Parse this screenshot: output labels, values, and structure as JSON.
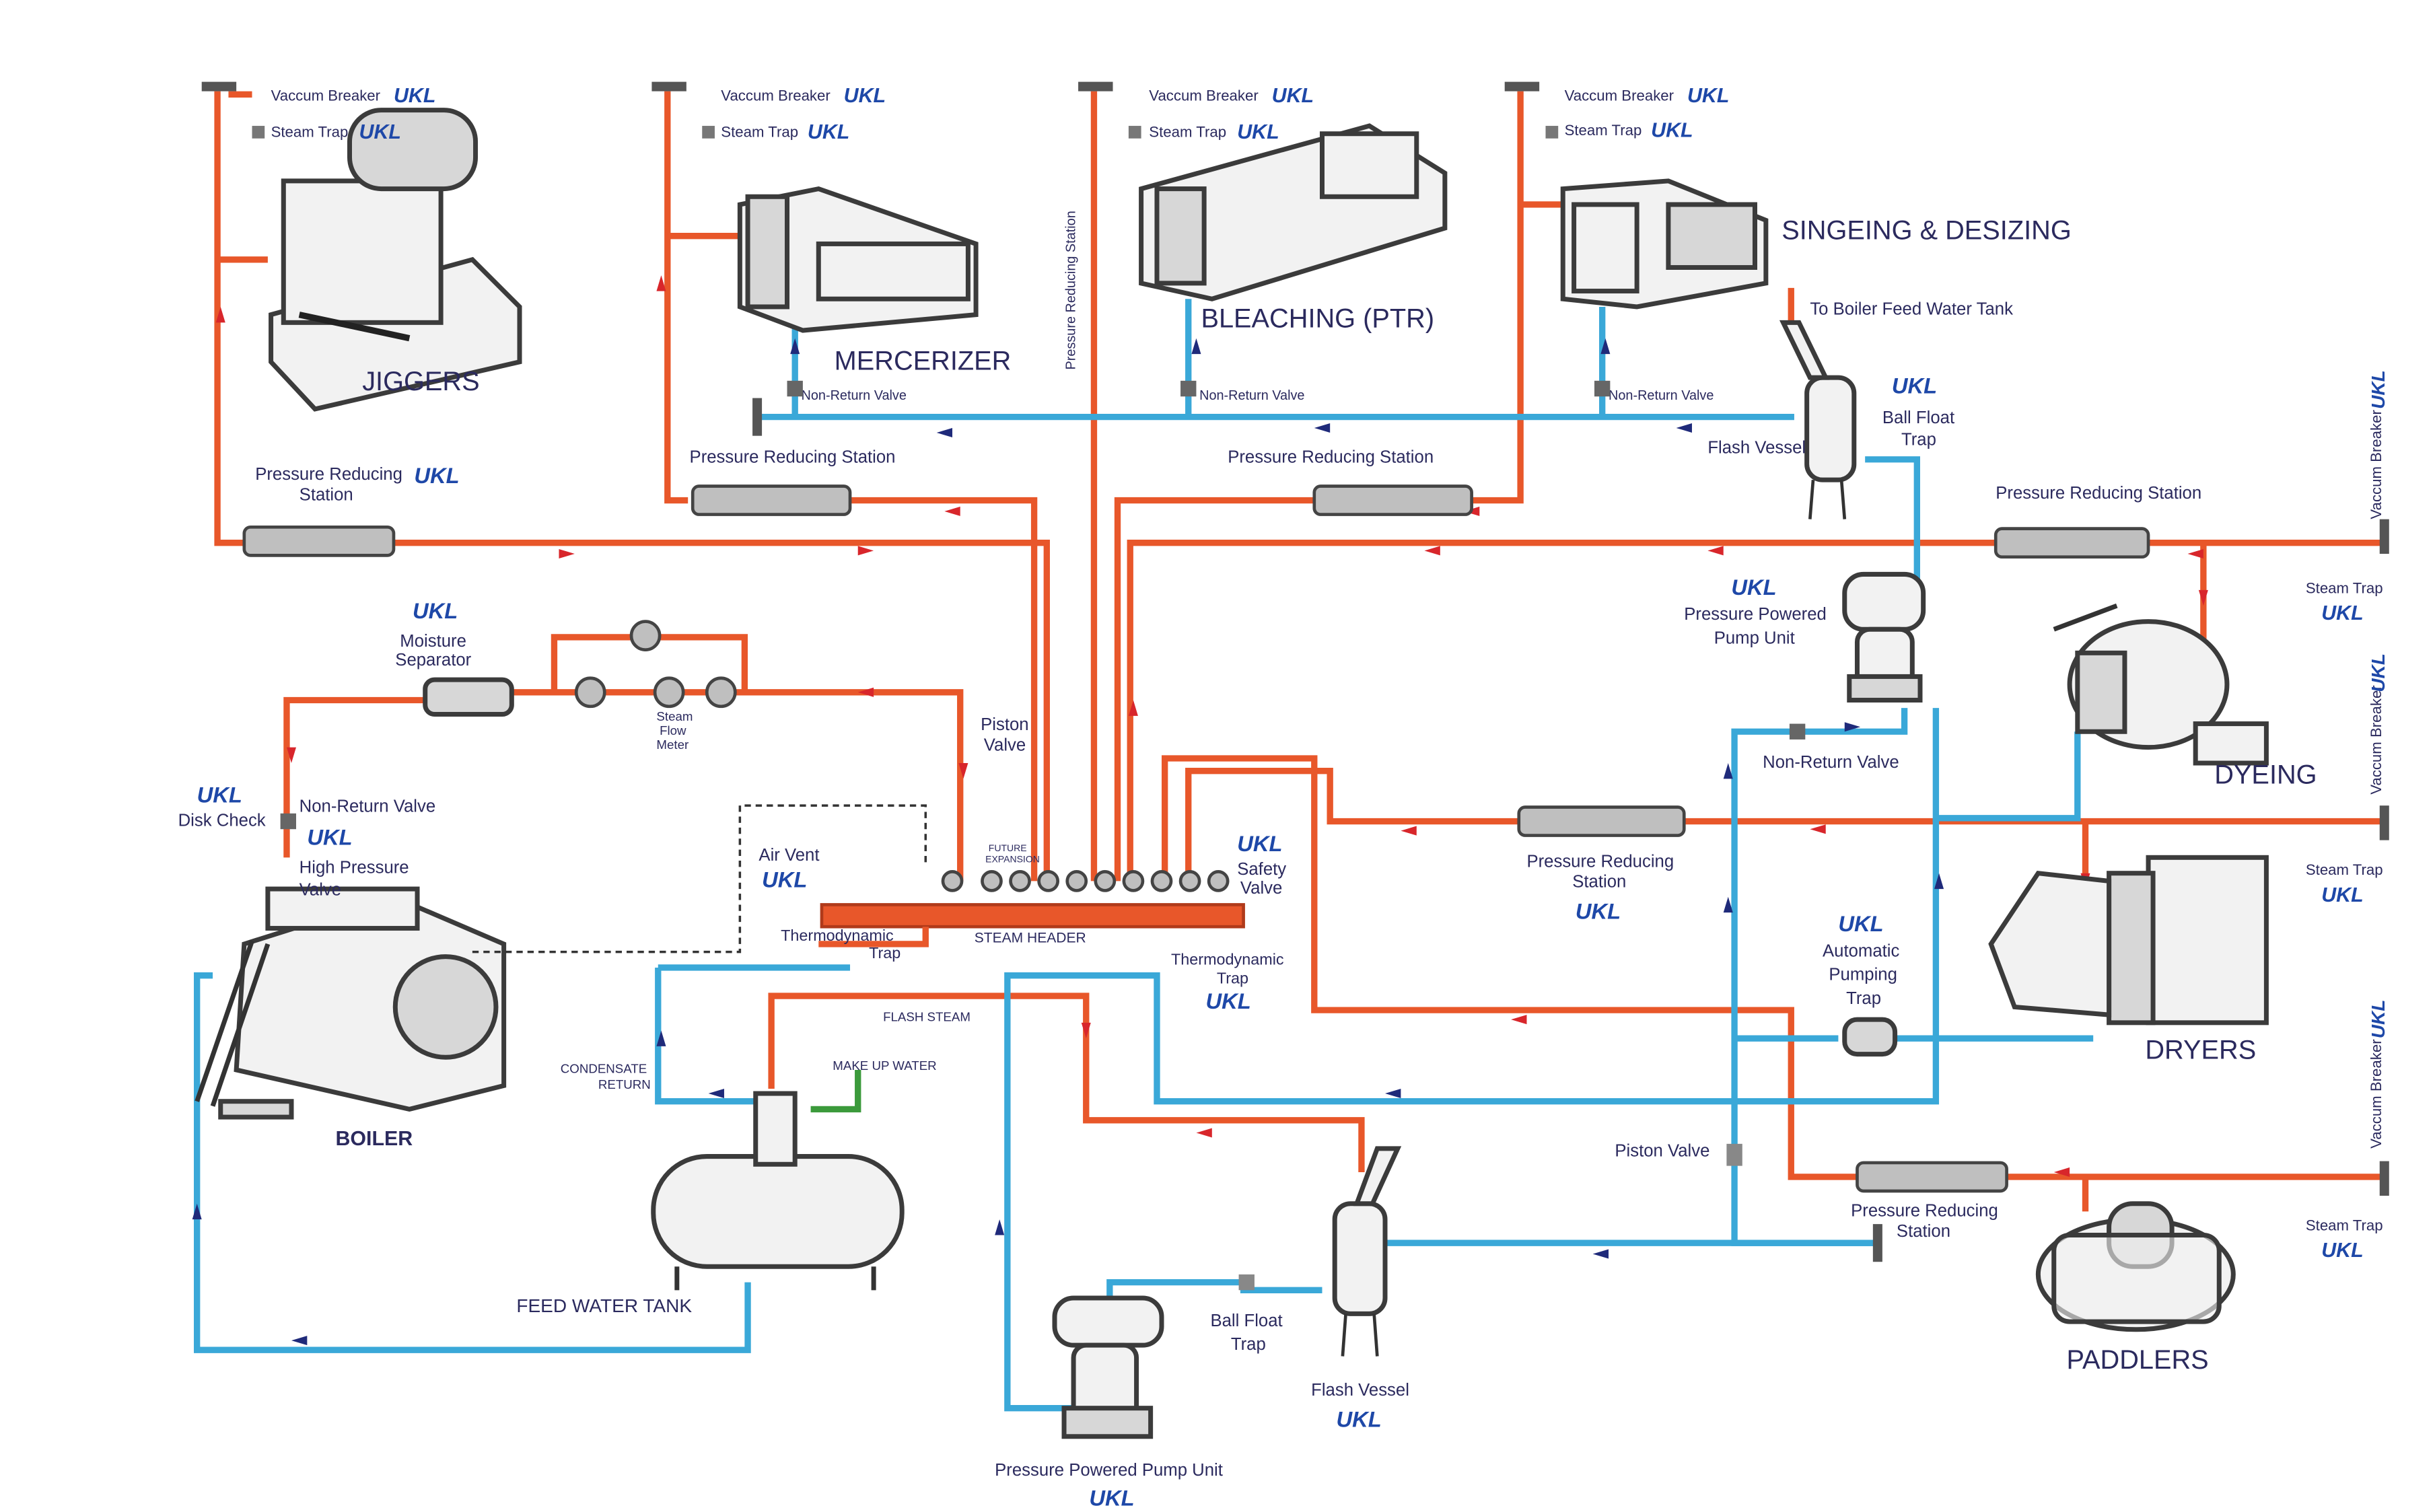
{
  "brand": {
    "text": "UKL",
    "color": "#1e48a8"
  },
  "colors": {
    "steam_line": "#e8572a",
    "condensate_line": "#3aa8d8",
    "label_text": "#2b2a5e",
    "flow_arrow_steam": "#d8262b",
    "flow_arrow_condensate": "#1f2a7a"
  },
  "equipment": {
    "jiggers": "JIGGERS",
    "mercerizer": "MERCERIZER",
    "bleaching": "BLEACHING (PTR)",
    "singeing": "SINGEING & DESIZING",
    "dyeing": "DYEING",
    "dryers": "DRYERS",
    "paddlers": "PADDLERS",
    "boiler": "BOILER",
    "feed_water_tank": "FEED WATER TANK"
  },
  "components": {
    "vacuum_breaker": "Vaccum Breaker",
    "steam_trap": "Steam Trap",
    "prs_1": "Pressure Reducing",
    "prs_2": "Station",
    "prs_full": "Pressure Reducing Station",
    "prs_vertical": "Pressure Reducing Station",
    "non_return_valve": "Non-Return Valve",
    "non_return_valve_hyphen": "Non-Return Valve",
    "moisture_separator_1": "Moisture",
    "moisture_separator_2": "Separator",
    "steam_flow_meter_1": "Steam",
    "steam_flow_meter_2": "Flow",
    "steam_flow_meter_3": "Meter",
    "disk_check": "Disk Check",
    "high_pressure_valve_1": "High Pressure",
    "high_pressure_valve_2": "Valve",
    "air_vent": "Air Vent",
    "piston_valve_1": "Piston",
    "piston_valve_2": "Valve",
    "piston_valve_inline": "Piston  Valve",
    "future_expansion_1": "FUTURE",
    "future_expansion_2": "EXPANSION",
    "steam_header": "STEAM HEADER",
    "safety_valve_1": "Safety",
    "safety_valve_2": "Valve",
    "thermodynamic_1": "Thermodynamic",
    "thermodynamic_2": "Trap",
    "flash_steam": "FLASH STEAM",
    "condensate_return_1": "CONDENSATE",
    "condensate_return_2": "RETURN",
    "make_up_water": "MAKE UP WATER",
    "to_boiler_feed_water_tank": "To Boiler Feed Water Tank",
    "flash_vessel": "Flash Vessel",
    "ball_float_1": "Ball Float",
    "ball_float_2": "Trap",
    "ppu_1": "Pressure Powered",
    "ppu_2": "Pump Unit",
    "ppu_full": "Pressure Powered Pump Unit",
    "apt_1": "Automatic",
    "apt_2": "Pumping",
    "apt_3": "Trap"
  }
}
